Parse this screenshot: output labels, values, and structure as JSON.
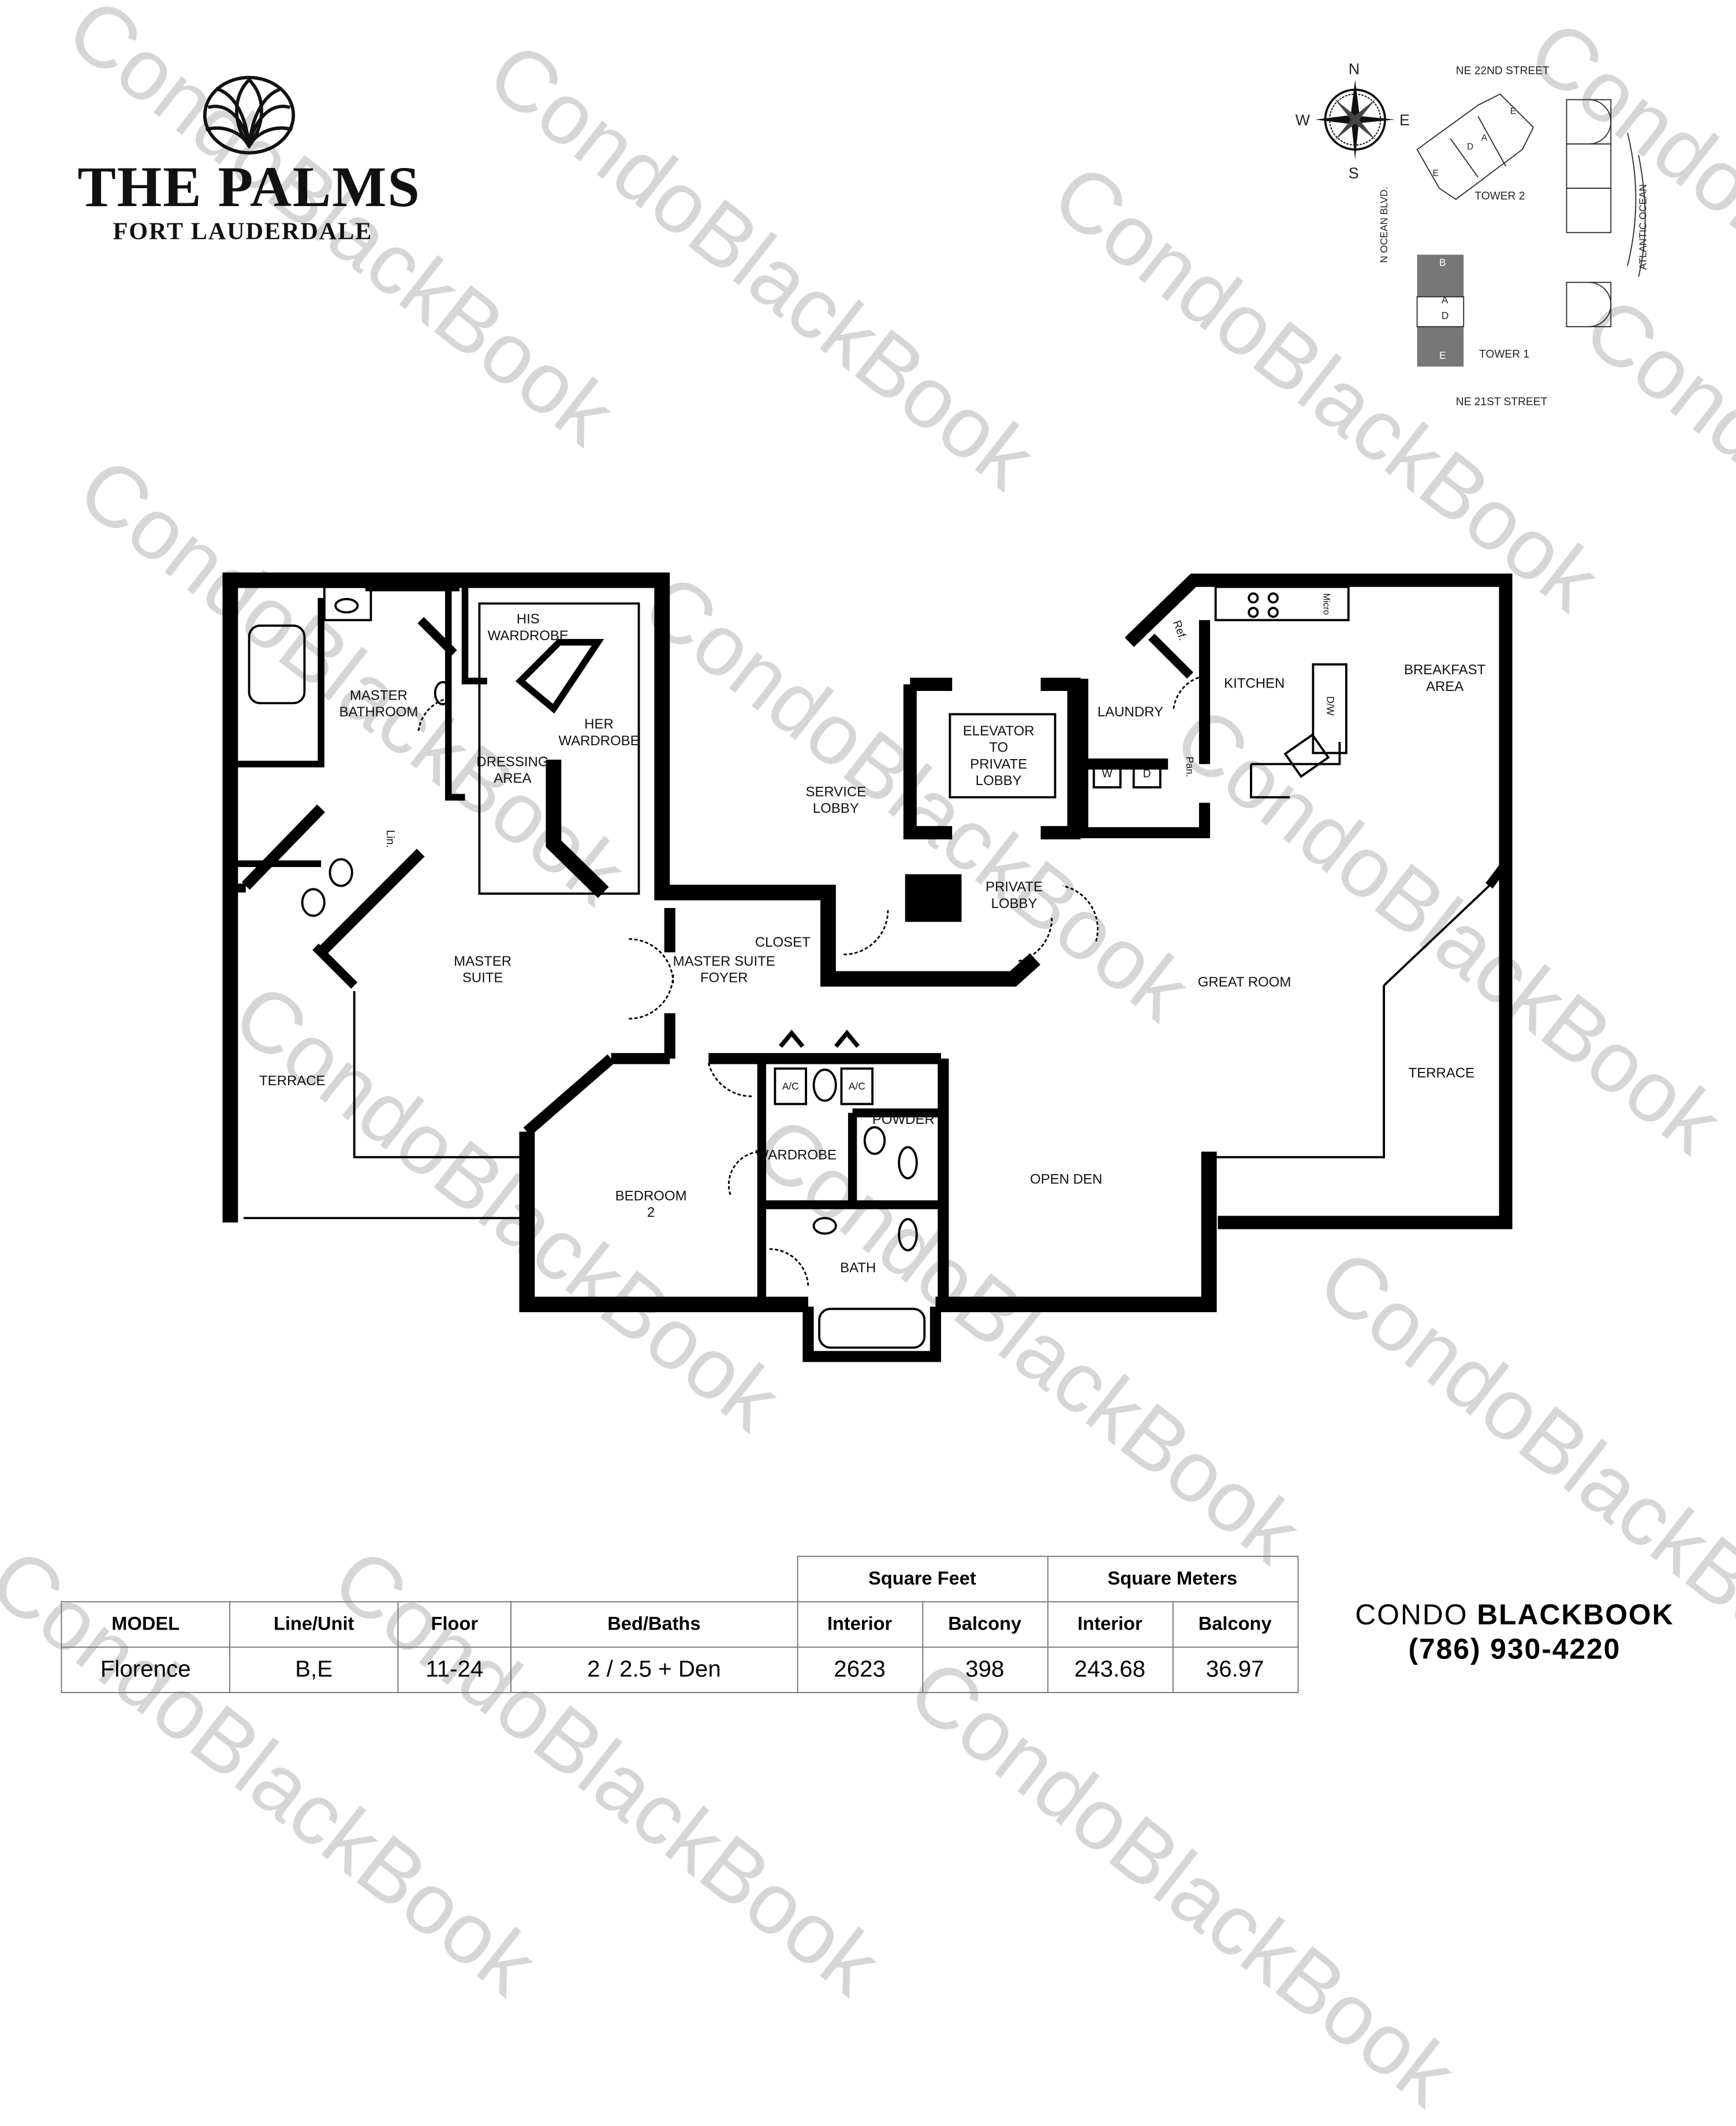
{
  "header": {
    "title": "THE PALMS",
    "subtitle": "FORT LAUDERDALE"
  },
  "watermark": "CondoBlackBook",
  "site_plan": {
    "compass": {
      "n": "N",
      "s": "S",
      "e": "E",
      "w": "W"
    },
    "streets": {
      "north": "NE 22ND STREET",
      "south": "NE 21ST  STREET",
      "west": "N OCEAN BLVD.",
      "east": "ATLANTIC OCEAN"
    },
    "towers": [
      {
        "name": "TOWER 2",
        "units": [
          "E",
          "D",
          "A",
          "E"
        ]
      },
      {
        "name": "TOWER 1",
        "units": [
          "B",
          "A",
          "D",
          "E"
        ]
      }
    ],
    "highlight_color": "#777777"
  },
  "rooms": [
    {
      "id": "his-wardrobe",
      "label": "HIS\nWARDROBE"
    },
    {
      "id": "master-bathroom",
      "label": "MASTER\nBATHROOM"
    },
    {
      "id": "her-wardrobe",
      "label": "HER\nWARDROBE"
    },
    {
      "id": "dressing-area",
      "label": "DRESSING\nAREA"
    },
    {
      "id": "lin",
      "label": "Lin."
    },
    {
      "id": "master-suite",
      "label": "MASTER\nSUITE"
    },
    {
      "id": "terrace-left",
      "label": "TERRACE"
    },
    {
      "id": "master-suite-foyer",
      "label": "MASTER SUITE\nFOYER"
    },
    {
      "id": "closet",
      "label": "CLOSET"
    },
    {
      "id": "service-lobby",
      "label": "SERVICE\nLOBBY"
    },
    {
      "id": "elevator",
      "label": "ELEVATOR\nTO\nPRIVATE\nLOBBY"
    },
    {
      "id": "private-lobby",
      "label": "PRIVATE\nLOBBY"
    },
    {
      "id": "laundry",
      "label": "LAUNDRY"
    },
    {
      "id": "kitchen",
      "label": "KITCHEN"
    },
    {
      "id": "breakfast-area",
      "label": "BREAKFAST\nAREA"
    },
    {
      "id": "great-room",
      "label": "GREAT ROOM"
    },
    {
      "id": "terrace-right",
      "label": "TERRACE"
    },
    {
      "id": "open-den",
      "label": "OPEN DEN"
    },
    {
      "id": "powder",
      "label": "POWDER"
    },
    {
      "id": "wardrobe",
      "label": "WARDROBE"
    },
    {
      "id": "bedroom-2",
      "label": "BEDROOM\n2"
    },
    {
      "id": "bath",
      "label": "BATH"
    }
  ],
  "fixtures": {
    "ref": "Ref.",
    "micro": "Micro",
    "dw": "D/W",
    "pan": "Pan.",
    "w": "W",
    "d": "D",
    "ac": "A/C"
  },
  "spec_table": {
    "group_headers": [
      "Square Feet",
      "Square Meters"
    ],
    "columns": [
      "MODEL",
      "Line/Unit",
      "Floor",
      "Bed/Baths",
      "Interior",
      "Balcony",
      "Interior",
      "Balcony"
    ],
    "row": [
      "Florence",
      "B,E",
      "11-24",
      "2 / 2.5 + Den",
      "2623",
      "398",
      "243.68",
      "36.97"
    ]
  },
  "contact": {
    "name_light": "CONDO",
    "name_bold": "BLACKBOOK",
    "phone": "(786) 930-4220"
  }
}
